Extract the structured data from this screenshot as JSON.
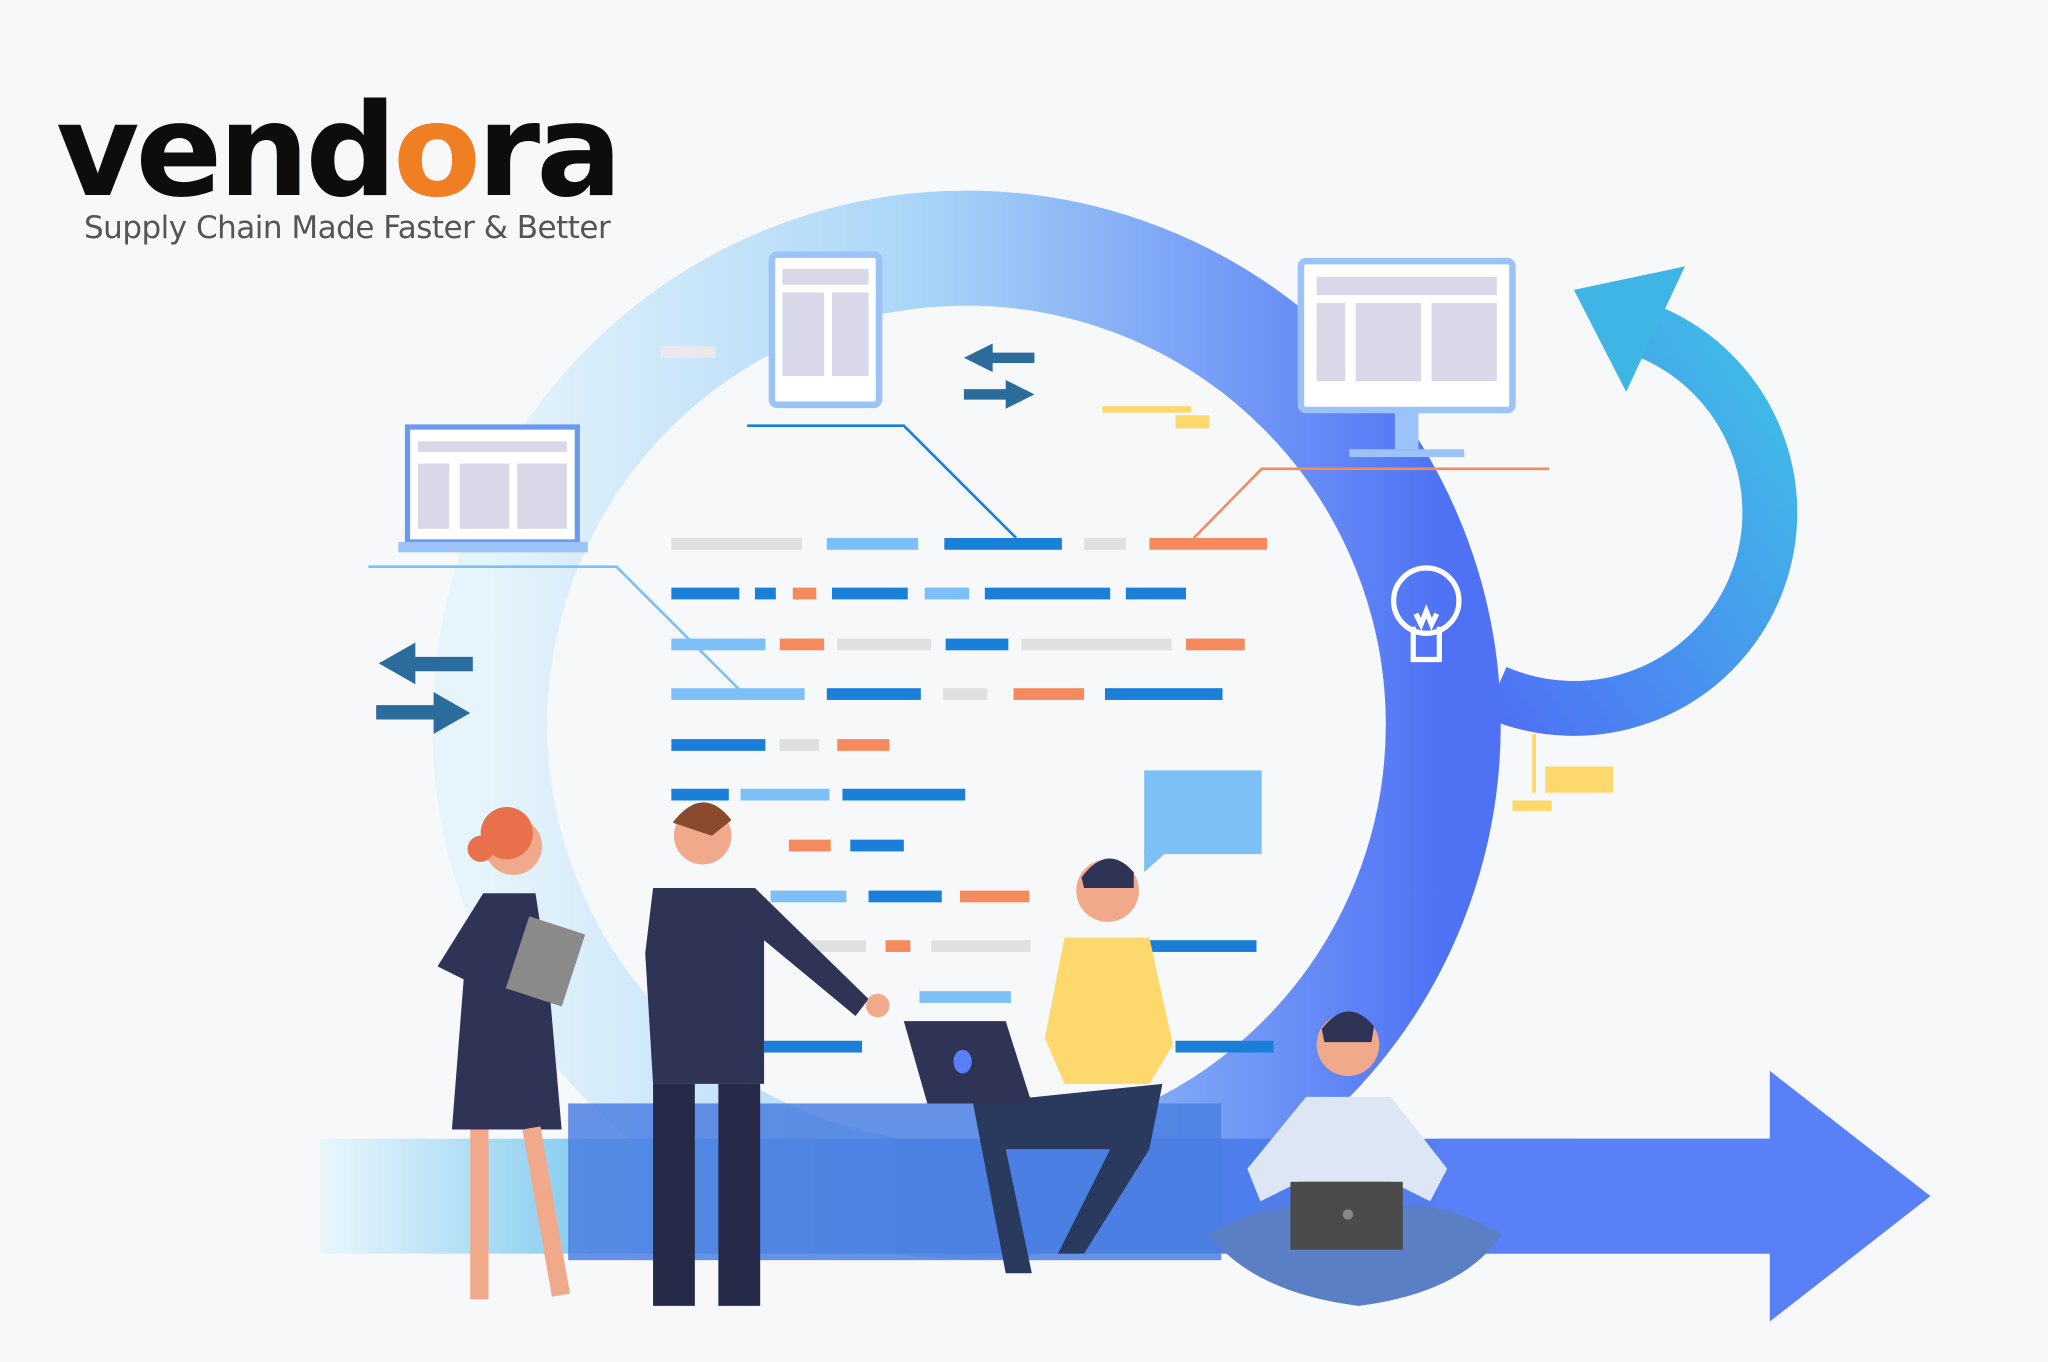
{
  "brand": {
    "name": "vendora",
    "name_parts": [
      "vend",
      "o",
      "ra"
    ],
    "tagline": "Supply Chain Made Faster & Better",
    "colors": {
      "text": "#0d0d0d",
      "accent": "#f07f24",
      "tagline": "#555555"
    }
  },
  "illustration": {
    "palette": {
      "blue_dark": "#1a7fd8",
      "blue_light": "#7cc0f7",
      "orange": "#f58a5e",
      "gray": "#e0e0e0",
      "cycle_start": "#d8eefa",
      "cycle_end": "#4f72f5",
      "navy": "#2f3457",
      "yellow": "#fdd86d"
    },
    "icons": [
      "laptop-icon",
      "tablet-icon",
      "monitor-icon",
      "exchange-arrows-icon",
      "lightbulb-icon",
      "chat-bubble-icon",
      "cycle-arrow-icon",
      "forward-arrow-icon"
    ]
  }
}
